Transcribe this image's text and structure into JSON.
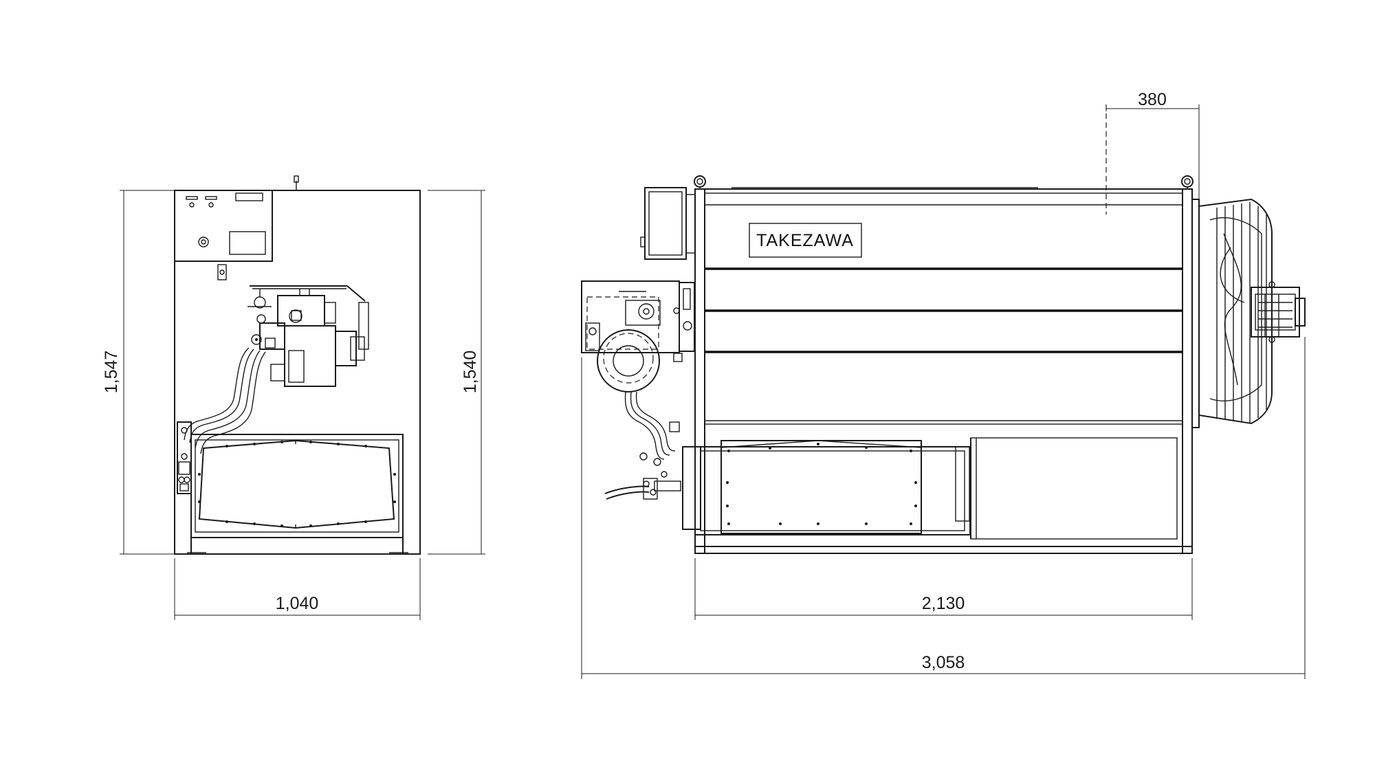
{
  "brand": {
    "logo": "TAKEZAWA"
  },
  "dimensions": {
    "front_height_left": "1,547",
    "front_height_right": "1,540",
    "front_width": "1,040",
    "side_body_length": "2,130",
    "side_total_length": "3,058",
    "side_fan_depth": "380"
  }
}
